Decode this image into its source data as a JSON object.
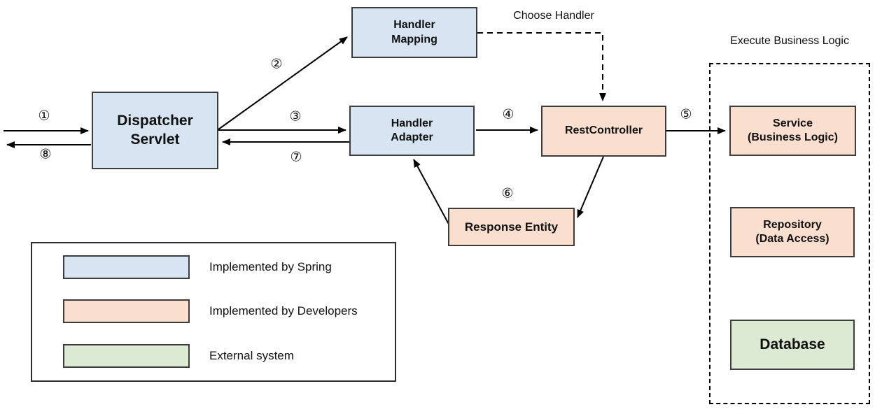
{
  "palette": {
    "implemented_by_spring": "#d7e5f2",
    "implemented_by_developers": "#fadfce",
    "external_system": "#dcead3",
    "line": "#000000"
  },
  "nodes": {
    "dispatcher_servlet": {
      "line1": "Dispatcher",
      "line2": "Servlet",
      "color": "#d7e5f2"
    },
    "handler_mapping": {
      "line1": "Handler",
      "line2": "Mapping",
      "color": "#d7e5f2"
    },
    "handler_adapter": {
      "line1": "Handler",
      "line2": "Adapter",
      "color": "#d7e5f2"
    },
    "rest_controller": {
      "line1": "RestController",
      "color": "#fadfce"
    },
    "response_entity": {
      "line1": "Response Entity",
      "color": "#fadfce"
    },
    "service": {
      "line1": "Service",
      "line2": "(Business Logic)",
      "color": "#fadfce"
    },
    "repository": {
      "line1": "Repository",
      "line2": "(Data Access)",
      "color": "#fadfce"
    },
    "database": {
      "line1": "Database",
      "color": "#dcead3"
    }
  },
  "annotations": {
    "choose_handler": "Choose Handler",
    "execute_business_logic": "Execute Business Logic"
  },
  "steps": {
    "s1": "①",
    "s2": "②",
    "s3": "③",
    "s4": "④",
    "s5": "⑤",
    "s6": "⑥",
    "s7": "⑦",
    "s8": "⑧"
  },
  "legend": {
    "items": [
      {
        "label": "Implemented by Spring",
        "color": "#d7e5f2"
      },
      {
        "label": "Implemented by Developers",
        "color": "#fadfce"
      },
      {
        "label": "External system",
        "color": "#dcead3"
      }
    ]
  }
}
